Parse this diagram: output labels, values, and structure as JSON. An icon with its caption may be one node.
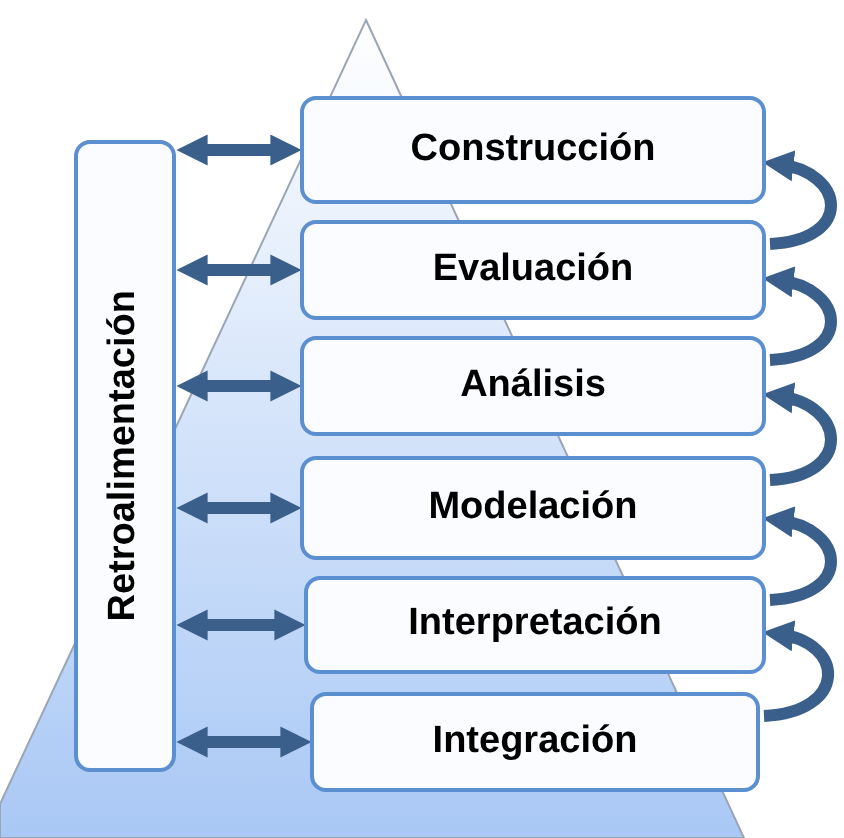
{
  "diagram": {
    "nodes": [
      {
        "text": [
          "Retroalimentación"
        ]
      },
      {
        "text": [
          "Construcción"
        ]
      },
      {
        "text": [
          "Evaluación"
        ]
      },
      {
        "text": [
          "Análisis"
        ]
      },
      {
        "text": [
          "Modelación"
        ]
      },
      {
        "text": [
          "Interpretación"
        ]
      },
      {
        "text": [
          "Integración"
        ]
      }
    ],
    "edges": [
      {
        "from": 0,
        "to": 1,
        "arrow": "both"
      },
      {
        "from": 0,
        "to": 2,
        "arrow": "both"
      },
      {
        "from": 0,
        "to": 3,
        "arrow": "both"
      },
      {
        "from": 0,
        "to": 4,
        "arrow": "both"
      },
      {
        "from": 0,
        "to": 5,
        "arrow": "both"
      },
      {
        "from": 0,
        "to": 6,
        "arrow": "both"
      },
      {
        "from": 2,
        "to": 1,
        "arrow": "to"
      },
      {
        "from": 3,
        "to": 2,
        "arrow": "to"
      },
      {
        "from": 4,
        "to": 3,
        "arrow": "to"
      },
      {
        "from": 5,
        "to": 4,
        "arrow": "to"
      },
      {
        "from": 6,
        "to": 5,
        "arrow": "to"
      }
    ]
  }
}
